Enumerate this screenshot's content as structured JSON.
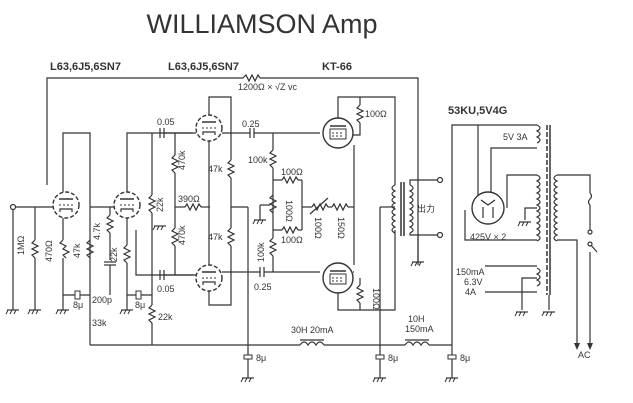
{
  "title": "WILLIAMSON Amp",
  "tube_labels": {
    "input_stage": "L63,6J5,6SN7",
    "driver_stage": "L63,6J5,6SN7",
    "output_stage": "KT-66",
    "rectifier": "53KU,5V4G"
  },
  "feedback": "1200Ω × √Z vc",
  "components": {
    "r_input": "1MΩ",
    "r_cathode1": "470Ω",
    "r_plate1": "47k",
    "c_bypass1": "8μ",
    "r_33k": "33k",
    "c_200p": "200p",
    "r_4_7k": "4.7k",
    "r_22k_a": "22k",
    "c_8u_b": "8μ",
    "r_22k_b": "22k",
    "r_22k_c": "22k",
    "c_coupling_top": "0.05",
    "c_coupling_bot": "0.05",
    "r_470k_top": "470k",
    "r_470k_bot": "470k",
    "r_390": "390Ω",
    "r_47k_top": "47k",
    "r_47k_bot": "47k",
    "c_025_top": "0.25",
    "c_025_bot": "0.25",
    "r_100k_top": "100k",
    "r_100k_bot": "100k",
    "r_100_top": "100Ω",
    "r_100_bot": "100Ω",
    "r_100_pot": "100Ω",
    "r_100_var": "100Ω",
    "r_150": "150Ω",
    "r_screen_top": "100Ω",
    "r_screen_bot": "100Ω",
    "output_label": "出力",
    "pt_5v": "5V 3A",
    "pt_hv": "425V × 2",
    "pt_heater": [
      "150mA",
      "6.3V",
      "4A"
    ],
    "choke1": "30H 20mA",
    "choke2": [
      "10H",
      "150mA"
    ],
    "c_filter1": "8μ",
    "c_filter2": "8μ",
    "c_filter3": "8μ",
    "ac": "AC"
  }
}
